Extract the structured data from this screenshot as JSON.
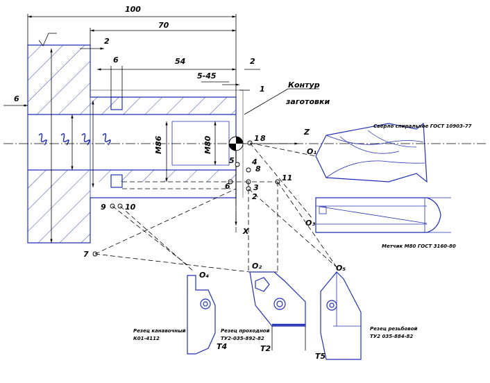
{
  "dimensions": {
    "d100": "100",
    "d70": "70",
    "d2_top": "2",
    "d6_top": "6",
    "d54": "54",
    "d2_right": "2",
    "chamfer": "5-45",
    "d1": "1",
    "d6_left": "6",
    "m86": "M86",
    "m80": "M80"
  },
  "outline_label": [
    "Контур",
    "заготовки"
  ],
  "points": {
    "p1": "1",
    "p8a": "8",
    "p5": "5",
    "p4": "4",
    "p8b": "8",
    "p6": "6",
    "p3": "3",
    "p2": "2",
    "p11": "11",
    "p9": "9",
    "p10": "10",
    "p7": "7"
  },
  "axes": {
    "z": "Z",
    "x": "X"
  },
  "origins": {
    "o1": "O₁",
    "o3": "O₃",
    "o4": "O₄",
    "o2": "O₂",
    "o5": "O₅"
  },
  "tool_labels": {
    "drill": "Сверло спиральное ГОСТ 10903-77",
    "tap": "Метчик М80 ГОСТ 3160-80",
    "boring": [
      "Резец канавочный",
      "К01-4112"
    ],
    "through": [
      "Резец проходной",
      "ТУ2-035-892-82"
    ],
    "thread": [
      "Резец резьбовой",
      "ТУ2 035-884-82"
    ]
  },
  "tool_numbers": {
    "t4": "T4",
    "t2": "T2",
    "t5": "T5"
  }
}
